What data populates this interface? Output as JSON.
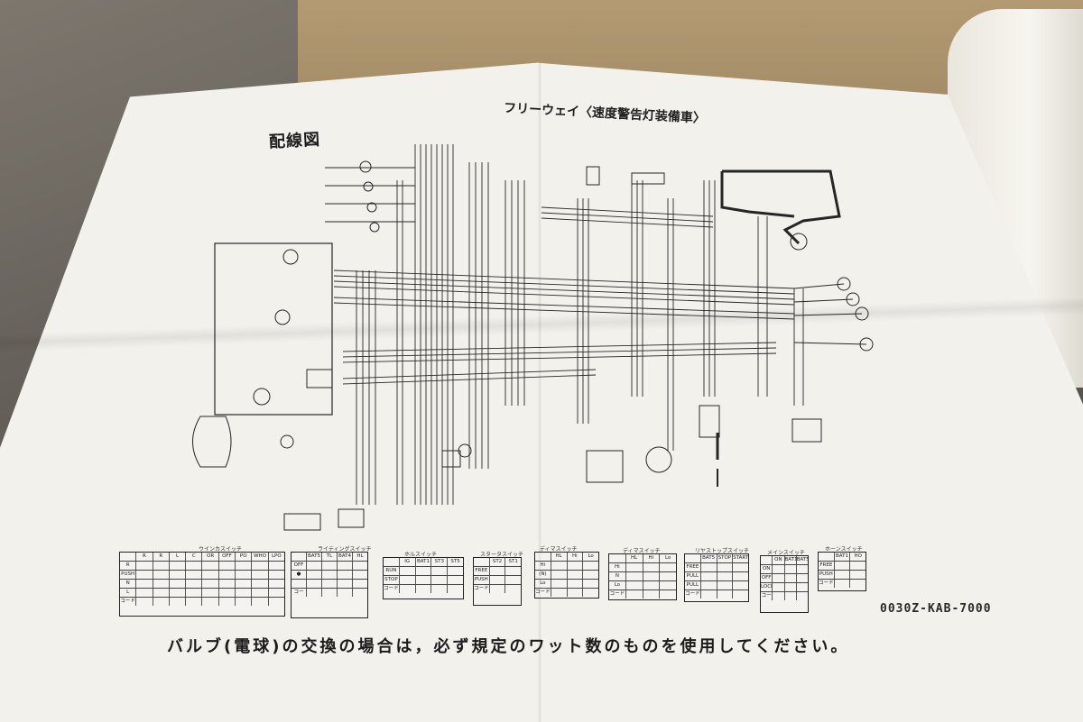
{
  "title": "配線図",
  "model": "フリーウェイ〈速度警告灯装備車〉",
  "part_number": "0030Z-KAB-7000",
  "notice": "バルブ(電球)の交換の場合は，必ず規定のワット数のものを使用してください。",
  "switch_tables": [
    {
      "title": "ウインカスイッチ",
      "headers": [
        "",
        "R",
        "R",
        "L",
        "C",
        "OR",
        "OFF",
        "PO",
        "WHO",
        "LPO"
      ],
      "rows": [
        [
          "R",
          "",
          "",
          "",
          "",
          "",
          "",
          "",
          "",
          ""
        ],
        [
          "PUSH",
          "",
          "",
          "",
          "",
          "",
          "",
          "",
          "",
          ""
        ],
        [
          "N",
          "",
          "",
          "",
          "",
          "",
          "",
          "",
          "",
          ""
        ],
        [
          "L",
          "",
          "",
          "",
          "",
          "",
          "",
          "",
          "",
          ""
        ],
        [
          "コード色",
          "",
          "",
          "",
          "",
          "",
          "",
          "",
          "",
          ""
        ]
      ]
    },
    {
      "title": "ライティングスイッチ",
      "headers": [
        "",
        "BAT5",
        "TL",
        "BAT4",
        "HL"
      ],
      "rows": [
        [
          "OFF",
          "",
          "",
          "",
          ""
        ],
        [
          "●",
          "",
          "",
          "",
          ""
        ],
        [
          "",
          "",
          "",
          "",
          ""
        ],
        [
          "コード色",
          "",
          "",
          "",
          ""
        ]
      ]
    },
    {
      "title": "ホルスイッチ",
      "headers": [
        "",
        "IG",
        "BAT1",
        "ST3",
        "ST5"
      ],
      "rows": [
        [
          "RUN",
          "",
          "",
          "",
          ""
        ],
        [
          "STOP",
          "",
          "",
          "",
          ""
        ],
        [
          "コード色",
          "",
          "",
          "",
          ""
        ]
      ]
    },
    {
      "title": "スタータスイッチ",
      "headers": [
        "",
        "ST2",
        "ST1"
      ],
      "rows": [
        [
          "FREE",
          "",
          ""
        ],
        [
          "PUSH",
          "",
          ""
        ],
        [
          "コード色",
          "",
          ""
        ]
      ]
    },
    {
      "title": "ディマスイッチ",
      "headers": [
        "",
        "HL",
        "Hi",
        "Lo"
      ],
      "rows": [
        [
          "Hi",
          "",
          "",
          ""
        ],
        [
          "(N)",
          "",
          "",
          ""
        ],
        [
          "Lo",
          "",
          "",
          ""
        ],
        [
          "コード色",
          "",
          "",
          ""
        ]
      ]
    },
    {
      "title": "ディマスイッチ",
      "headers": [
        "",
        "HL",
        "Hi",
        "Lo"
      ],
      "rows": [
        [
          "Hi",
          "",
          "",
          ""
        ],
        [
          "N",
          "",
          "",
          ""
        ],
        [
          "Lo",
          "",
          "",
          ""
        ],
        [
          "コード色",
          "",
          "",
          ""
        ]
      ]
    },
    {
      "title": "リヤストップスイッチ",
      "headers": [
        "",
        "BAT5",
        "STOP",
        "START"
      ],
      "rows": [
        [
          "FREE",
          "",
          "",
          ""
        ],
        [
          "PULL",
          "",
          "",
          ""
        ],
        [
          "PULL",
          "",
          "",
          ""
        ],
        [
          "コード色",
          "",
          "",
          ""
        ]
      ]
    },
    {
      "title": "メインスイッチ",
      "headers": [
        "",
        "ON",
        "BAT1",
        "BAT5"
      ],
      "rows": [
        [
          "ON",
          "",
          "",
          ""
        ],
        [
          "OFF",
          "",
          "",
          ""
        ],
        [
          "LOCK",
          "",
          "",
          ""
        ],
        [
          "コード色",
          "",
          "",
          ""
        ]
      ]
    },
    {
      "title": "ホーンスイッチ",
      "headers": [
        "",
        "BAT1",
        "HO"
      ],
      "rows": [
        [
          "FREE",
          "",
          ""
        ],
        [
          "PUSH",
          "",
          ""
        ],
        [
          "コード色",
          "",
          ""
        ]
      ]
    }
  ],
  "colors": {
    "paper": "#f3f1ec",
    "ink": "#1e1e1e"
  }
}
